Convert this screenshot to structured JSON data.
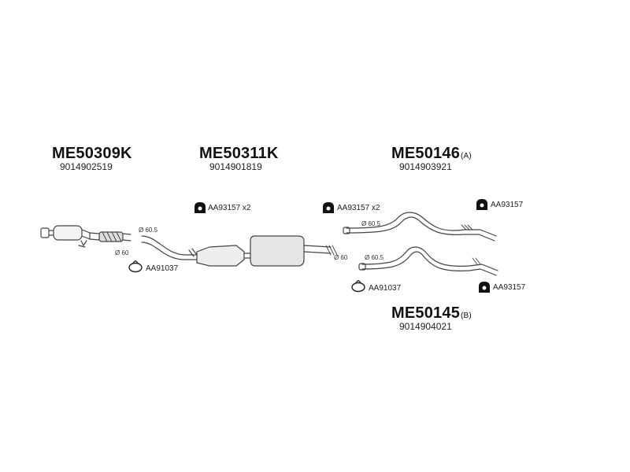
{
  "parts": [
    {
      "code": "ME50309K",
      "suffix": "",
      "number": "9014902519"
    },
    {
      "code": "ME50311K",
      "suffix": "",
      "number": "9014901819"
    },
    {
      "code": "ME50146",
      "suffix": "(A)",
      "number": "9014903921"
    },
    {
      "code": "ME50145",
      "suffix": "(B)",
      "number": "9014904021"
    }
  ],
  "hangers": [
    {
      "label": "AA93157 x2",
      "icon": "rubber-hanger-icon"
    },
    {
      "label": "AA93157 x2",
      "icon": "rubber-hanger-icon"
    },
    {
      "label": "AA93157",
      "icon": "rubber-hanger-icon"
    },
    {
      "label": "AA93157",
      "icon": "rubber-hanger-icon"
    }
  ],
  "clamps": [
    {
      "label": "AA91037",
      "icon": "clamp-ring-icon"
    },
    {
      "label": "AA91037",
      "icon": "clamp-ring-icon"
    }
  ],
  "dimensions": [
    "Ø 60.5",
    "Ø 60",
    "Ø 60",
    "Ø 60.5",
    "Ø 60.5"
  ],
  "colors": {
    "text": "#111111",
    "line": "#444444"
  }
}
